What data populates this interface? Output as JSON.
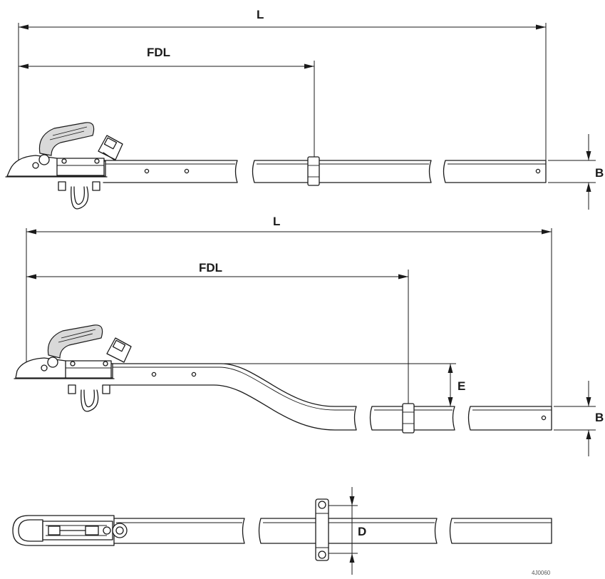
{
  "labels": {
    "top_length": "L",
    "top_fdl": "FDL",
    "top_b": "B",
    "mid_length": "L",
    "mid_fdl": "FDL",
    "mid_e": "E",
    "mid_b": "B",
    "bottom_d": "D",
    "figure_code": "4J0060"
  },
  "colors": {
    "line": "#1a1a1a",
    "background": "#ffffff"
  }
}
